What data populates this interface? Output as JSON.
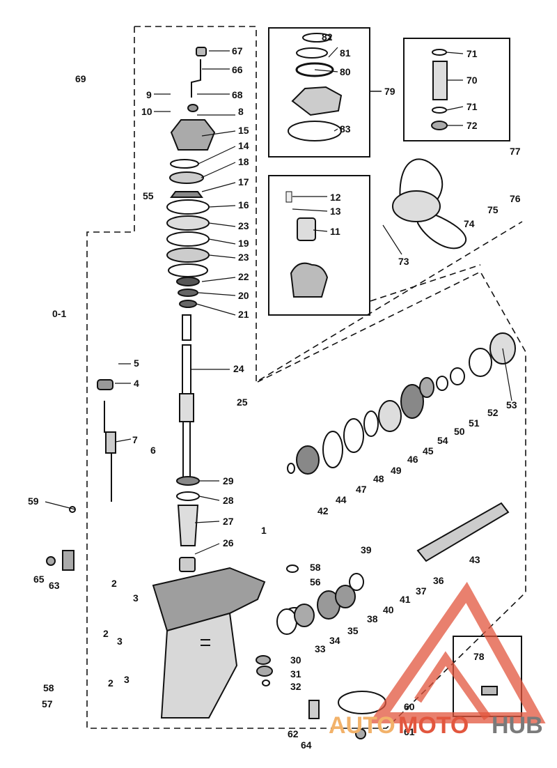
{
  "diagram": {
    "callouts": {
      "c1": "1",
      "c2a": "2",
      "c2b": "2",
      "c2c": "2",
      "c3a": "3",
      "c3b": "3",
      "c3c": "3",
      "c5": "5",
      "c4": "4",
      "c6": "6",
      "c7": "7",
      "c8": "8",
      "c9": "9",
      "c10": "10",
      "c11": "11",
      "c12": "12",
      "c13": "13",
      "c14": "14",
      "c15": "15",
      "c16": "16",
      "c17": "17",
      "c18": "18",
      "c19": "19",
      "c20": "20",
      "c21": "21",
      "c22": "22",
      "c23a": "23",
      "c23b": "23",
      "c24": "24",
      "c25": "25",
      "c26": "26",
      "c27": "27",
      "c28": "28",
      "c29": "29",
      "c30": "30",
      "c31": "31",
      "c32": "32",
      "c33": "33",
      "c34": "34",
      "c35": "35",
      "c36": "36",
      "c37": "37",
      "c38": "38",
      "c39": "39",
      "c40": "40",
      "c41": "41",
      "c42": "42",
      "c43": "43",
      "c44": "44",
      "c45": "45",
      "c46": "46",
      "c47": "47",
      "c48": "48",
      "c49": "49",
      "c50": "50",
      "c51": "51",
      "c52": "52",
      "c53": "53",
      "c54": "54",
      "c55": "55",
      "c56": "56",
      "c57": "57",
      "c58a": "58",
      "c58b": "58",
      "c59": "59",
      "c60": "60",
      "c61": "61",
      "c62": "62",
      "c63": "63",
      "c64": "64",
      "c65": "65",
      "c66": "66",
      "c67": "67",
      "c68": "68",
      "c69": "69",
      "c70": "70",
      "c71a": "71",
      "c71b": "71",
      "c72": "72",
      "c73": "73",
      "c74": "74",
      "c75": "75",
      "c76": "76",
      "c77": "77",
      "c78": "78",
      "c79": "79",
      "c80": "80",
      "c81": "81",
      "c82": "82",
      "c83": "83",
      "c01": "0-1"
    }
  },
  "watermark": {
    "part1": "AUTO",
    "part2": "MOTO",
    "part3": "HUB",
    "colors": {
      "orange": "#f2b26a",
      "red": "#e2563e",
      "gray": "#7a7a7a"
    }
  }
}
